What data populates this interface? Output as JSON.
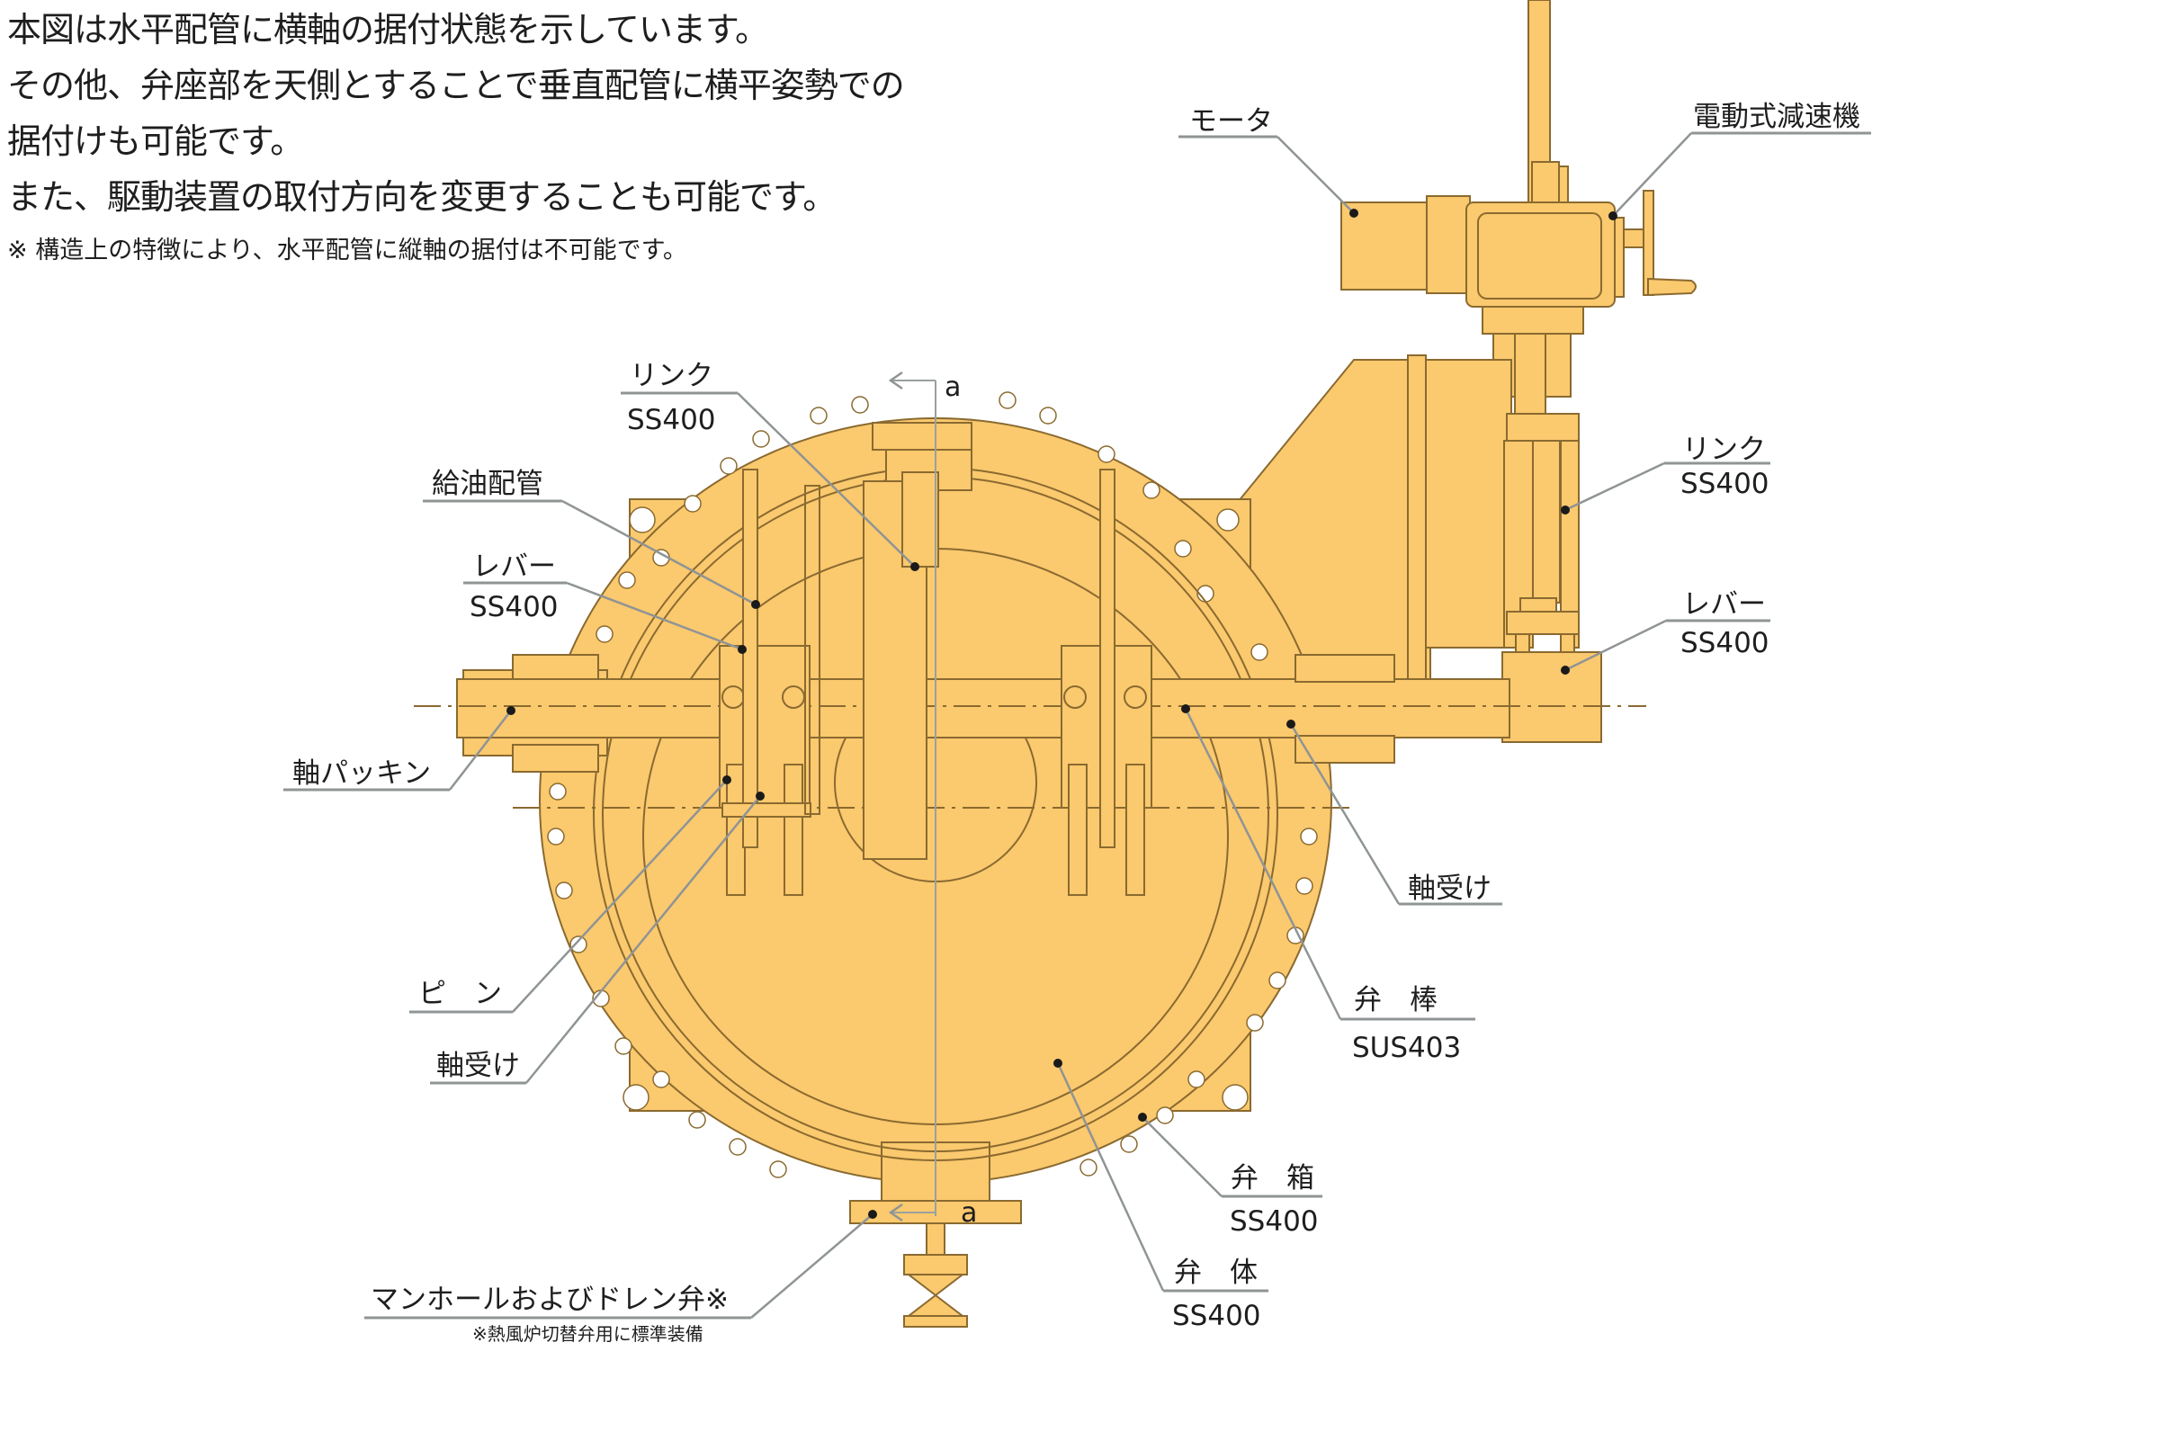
{
  "intro": {
    "lines": [
      "本図は水平配管に横軸の据付状態を示しています。",
      "その他、弁座部を天側とすることで垂直配管に横平姿勢での",
      "据付けも可能です。",
      "また、駆動装置の取付方向を変更することも可能です。"
    ],
    "note": "※ 構造上の特徴により、水平配管に縦軸の据付は不可能です。"
  },
  "colors": {
    "body_fill": "#FBC96E",
    "outline": "#8a6a30",
    "leader_line": "#8f9495",
    "text": "#1e1e1e"
  },
  "section_marker": {
    "top": "a",
    "bottom": "a"
  },
  "labels": {
    "motor": {
      "name": "モータ"
    },
    "reducer": {
      "name": "電動式減速機"
    },
    "link_top": {
      "name": "リンク",
      "material": "SS400"
    },
    "oil_pipe": {
      "name": "給油配管"
    },
    "lever_left": {
      "name": "レバー",
      "material": "SS400"
    },
    "shaft_packing": {
      "name": "軸パッキン"
    },
    "pin": {
      "name": "ピ　ン"
    },
    "bearing_left": {
      "name": "軸受け"
    },
    "manhole": {
      "name": "マンホールおよびドレン弁※",
      "footnote": "※熱風炉切替弁用に標準装備"
    },
    "link_right": {
      "name": "リンク",
      "material": "SS400"
    },
    "lever_right": {
      "name": "レバー",
      "material": "SS400"
    },
    "bearing_right": {
      "name": "軸受け"
    },
    "valve_stem": {
      "name": "弁　棒",
      "material": "SUS403"
    },
    "valve_box": {
      "name": "弁　箱",
      "material": "SS400"
    },
    "valve_body": {
      "name": "弁　体",
      "material": "SS400"
    }
  }
}
